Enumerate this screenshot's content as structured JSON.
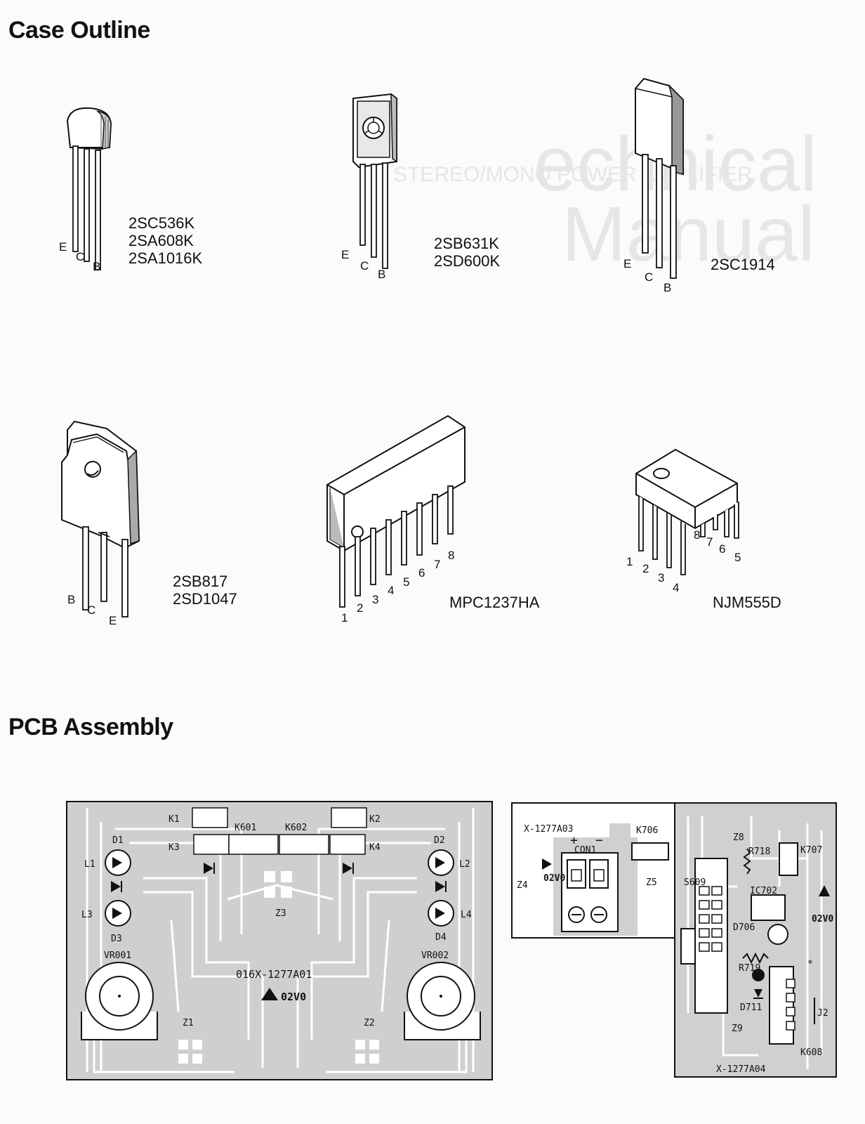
{
  "headings": {
    "case_outline": "Case Outline",
    "pcb_assembly": "PCB Assembly"
  },
  "packages": [
    {
      "id": "to92",
      "parts": [
        "2SC536K",
        "2SA608K",
        "2SA1016K"
      ],
      "pins": [
        "E",
        "C",
        "B"
      ],
      "icon": "to92-transistor-icon"
    },
    {
      "id": "to126",
      "parts": [
        "2SB631K",
        "2SD600K"
      ],
      "pins": [
        "E",
        "C",
        "B"
      ],
      "icon": "to126-transistor-icon"
    },
    {
      "id": "to220f",
      "parts": [
        "2SC1914"
      ],
      "pins": [
        "E",
        "C",
        "B"
      ],
      "icon": "to220-transistor-icon"
    },
    {
      "id": "to3p",
      "parts": [
        "2SB817",
        "2SD1047"
      ],
      "pins": [
        "B",
        "C",
        "E"
      ],
      "icon": "to3p-transistor-icon"
    },
    {
      "id": "sip8",
      "parts": [
        "MPC1237HA"
      ],
      "pins": [
        "1",
        "2",
        "3",
        "4",
        "5",
        "6",
        "7",
        "8"
      ],
      "icon": "sip8-ic-icon"
    },
    {
      "id": "dip8",
      "parts": [
        "NJM555D"
      ],
      "pins": [
        "1",
        "2",
        "3",
        "4",
        "8",
        "7",
        "6",
        "5"
      ],
      "icon": "dip8-ic-icon"
    }
  ],
  "pcb_main": {
    "board_id": "016X-1277A01",
    "logo_text": "02V0",
    "labels": [
      "K1",
      "K601",
      "K602",
      "K2",
      "K3",
      "K4",
      "D1",
      "D2",
      "L1",
      "L2",
      "L3",
      "L4",
      "D3",
      "D4",
      "Z3",
      "VR001",
      "VR002",
      "Z1",
      "Z2"
    ]
  },
  "pcb_small_a": {
    "board_id": "X-1277A03",
    "labels": [
      "K706",
      "CON1",
      "+",
      "−",
      "Z4",
      "Z5"
    ],
    "logo_text": "02V0"
  },
  "pcb_small_b": {
    "board_id": "X-1277A04",
    "labels": [
      "Z8",
      "R718",
      "K707",
      "S609",
      "IC702",
      "D706",
      "R719",
      "D711",
      "J2",
      "K608",
      "Z9",
      "*"
    ],
    "logo_text": "02V0"
  }
}
